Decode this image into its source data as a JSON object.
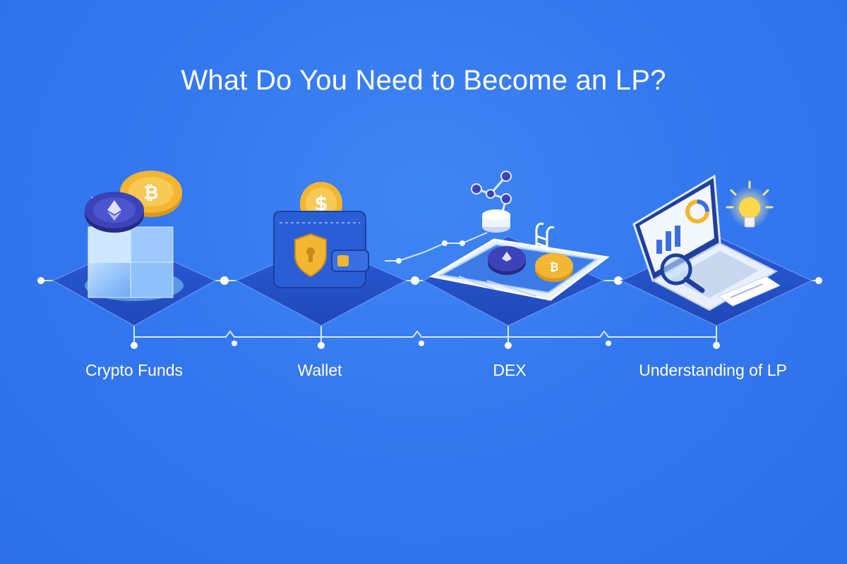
{
  "title": "What Do You Need to Become an LP?",
  "steps": [
    {
      "label": "Crypto Funds",
      "icon": "crypto-funds-icon"
    },
    {
      "label": "Wallet",
      "icon": "wallet-icon"
    },
    {
      "label": "DEX",
      "icon": "dex-pool-icon"
    },
    {
      "label": "Understanding of LP",
      "icon": "laptop-analytics-icon"
    }
  ],
  "colors": {
    "background": "#3478ef",
    "platform": "#2350c4",
    "accent_gold": "#f2b632",
    "coin_eth": "#3c43b8",
    "line": "#d7e6ff"
  }
}
